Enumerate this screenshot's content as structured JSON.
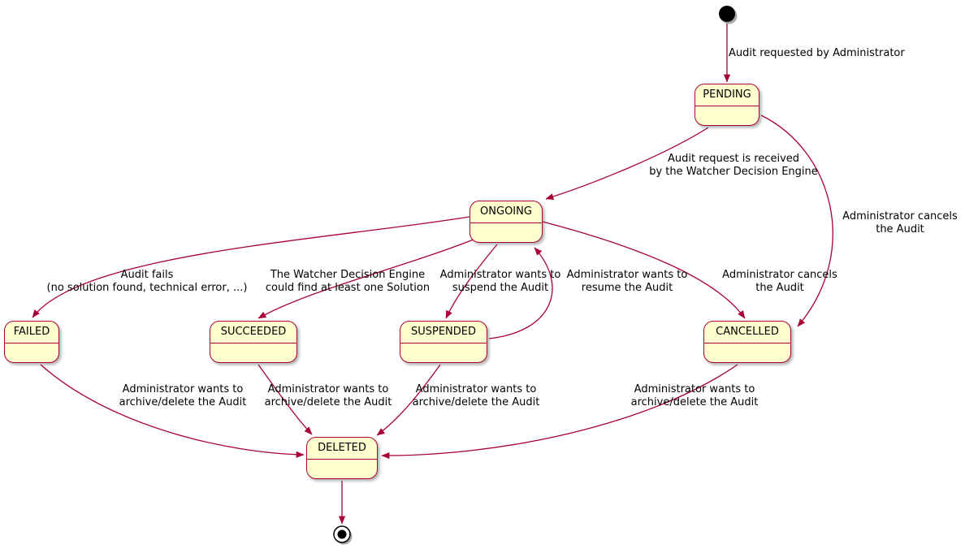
{
  "diagram": {
    "type": "uml-state-machine",
    "title": "Audit state machine",
    "colors": {
      "state-fill": "#FEFECE",
      "state-border": "#A80036",
      "arrow-color": "#A80036",
      "text-color": "#000000",
      "background": "#FFFFFF"
    },
    "states": [
      {
        "id": "pending",
        "label": "PENDING"
      },
      {
        "id": "ongoing",
        "label": "ONGOING"
      },
      {
        "id": "failed",
        "label": "FAILED"
      },
      {
        "id": "succeeded",
        "label": "SUCCEEDED"
      },
      {
        "id": "suspended",
        "label": "SUSPENDED"
      },
      {
        "id": "cancelled",
        "label": "CANCELLED"
      },
      {
        "id": "deleted",
        "label": "DELETED"
      }
    ],
    "pseudostates": [
      {
        "id": "initial",
        "kind": "initial"
      },
      {
        "id": "final",
        "kind": "final"
      }
    ],
    "transitions": [
      {
        "from": "initial",
        "to": "pending",
        "label": "Audit requested by Administrator"
      },
      {
        "from": "pending",
        "to": "ongoing",
        "label": "Audit request is received\nby the Watcher Decision Engine"
      },
      {
        "from": "pending",
        "to": "cancelled",
        "label": "Administrator cancels\nthe Audit"
      },
      {
        "from": "ongoing",
        "to": "failed",
        "label": "Audit fails\n(no solution found, technical error, ...)"
      },
      {
        "from": "ongoing",
        "to": "succeeded",
        "label": "The Watcher Decision Engine\ncould find at least one Solution"
      },
      {
        "from": "ongoing",
        "to": "suspended",
        "label": "Administrator wants to\nsuspend the Audit"
      },
      {
        "from": "suspended",
        "to": "ongoing",
        "label": "Administrator wants to\nresume the Audit"
      },
      {
        "from": "ongoing",
        "to": "cancelled",
        "label": "Administrator cancels\nthe Audit"
      },
      {
        "from": "failed",
        "to": "deleted",
        "label": "Administrator wants to\narchive/delete the Audit"
      },
      {
        "from": "succeeded",
        "to": "deleted",
        "label": "Administrator wants to\narchive/delete the Audit"
      },
      {
        "from": "suspended",
        "to": "deleted",
        "label": "Administrator wants to\narchive/delete the Audit"
      },
      {
        "from": "cancelled",
        "to": "deleted",
        "label": "Administrator wants to\narchive/delete the Audit"
      },
      {
        "from": "deleted",
        "to": "final",
        "label": ""
      }
    ]
  }
}
